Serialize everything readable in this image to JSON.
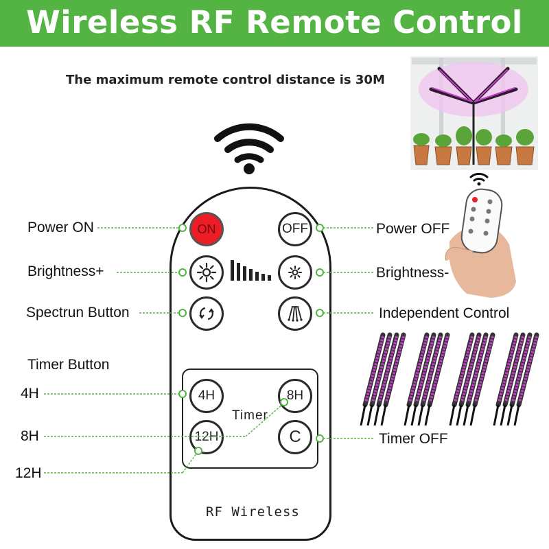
{
  "banner": {
    "title": "Wireless RF Remote Control",
    "bg_color": "#53b443"
  },
  "subtitle": "The maximum remote control distance is 30M",
  "remote": {
    "buttons": {
      "on": "ON",
      "off": "OFF",
      "h4": "4H",
      "h8": "8H",
      "h12": "12H",
      "cancel": "C"
    },
    "timer_label": "Timer",
    "footer": "RF Wireless"
  },
  "labels": {
    "power_on": "Power ON",
    "power_off": "Power OFF",
    "brightness_up": "Brightness+",
    "brightness_down": "Brightness-",
    "spectrum": "Spectrun Button",
    "independent": "Independent Control",
    "timer_button": "Timer Button",
    "h4": "4H",
    "h8": "8H",
    "h12": "12H",
    "timer_off": "Timer OFF"
  },
  "colors": {
    "leader": "#53b443",
    "on_button": "#ee1c24",
    "grow_light": "#c43fc8"
  },
  "icons": [
    "wifi-icon",
    "brightness-up-icon",
    "brightness-down-icon",
    "spectrum-icon",
    "independent-icon",
    "level-bars-icon"
  ]
}
